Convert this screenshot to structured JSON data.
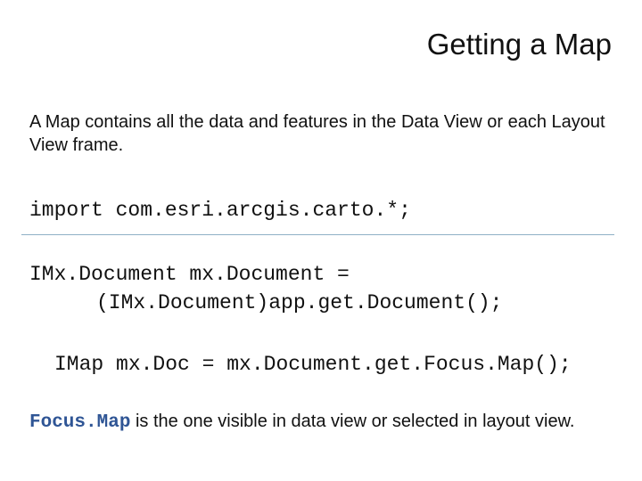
{
  "slide": {
    "title": "Getting a Map",
    "intro": "A Map contains all the data and features in the Data View or each Layout View frame.",
    "import_line": "import com.esri.arcgis.carto.*;",
    "code_line_1": "IMx.Document mx.Document =",
    "code_line_2": "(IMx.Document)app.get.Document();",
    "code_line_3": "IMap mx.Doc = mx.Document.get.Focus.Map();",
    "focus_term": "Focus.Map",
    "focus_description": "is the one visible in data view or selected in layout view.",
    "accent_color": "#2f5595",
    "divider_color": "#8fb1c6"
  }
}
